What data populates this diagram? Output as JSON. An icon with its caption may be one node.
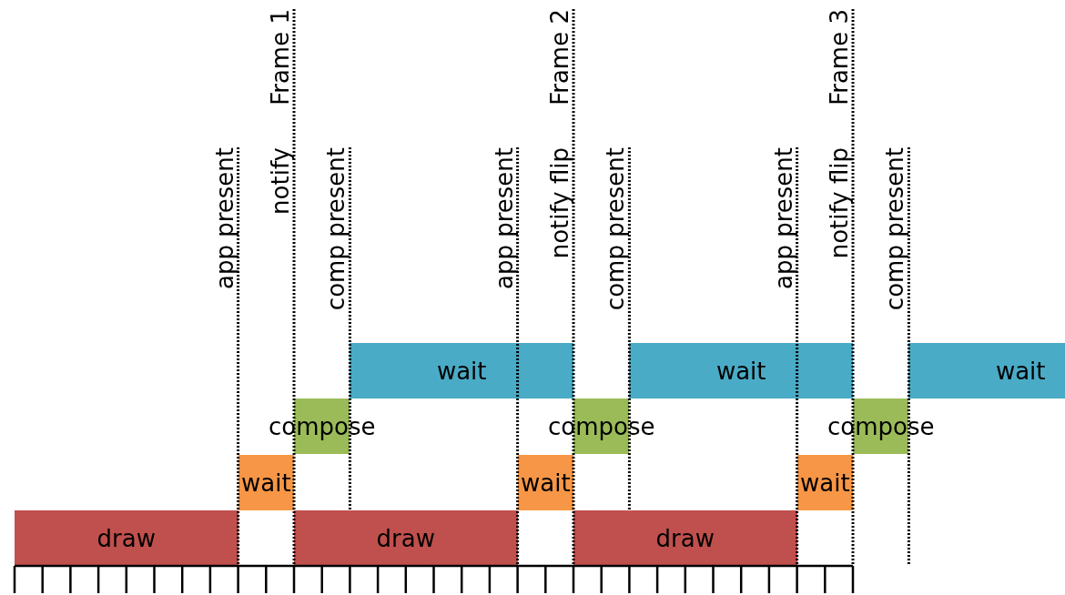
{
  "diagram": {
    "nodes": [
      {
        "text": [
          "wait"
        ]
      },
      {
        "text": [
          "wait"
        ]
      },
      {
        "text": [
          "wait"
        ]
      },
      {
        "text": [
          "compose"
        ]
      },
      {
        "text": [
          "compose"
        ]
      },
      {
        "text": [
          "compose"
        ]
      },
      {
        "text": [
          "wait"
        ]
      },
      {
        "text": [
          "wait"
        ]
      },
      {
        "text": [
          "wait"
        ]
      },
      {
        "text": [
          "draw"
        ]
      },
      {
        "text": [
          "draw"
        ]
      },
      {
        "text": [
          "draw"
        ]
      }
    ],
    "edges": [],
    "labels": [
      "app present",
      "Frame 1",
      "notify",
      "comp present",
      "app present",
      "Frame 2",
      "notify flip",
      "comp present",
      "app present",
      "Frame 3",
      "notify flip",
      "comp present"
    ]
  }
}
